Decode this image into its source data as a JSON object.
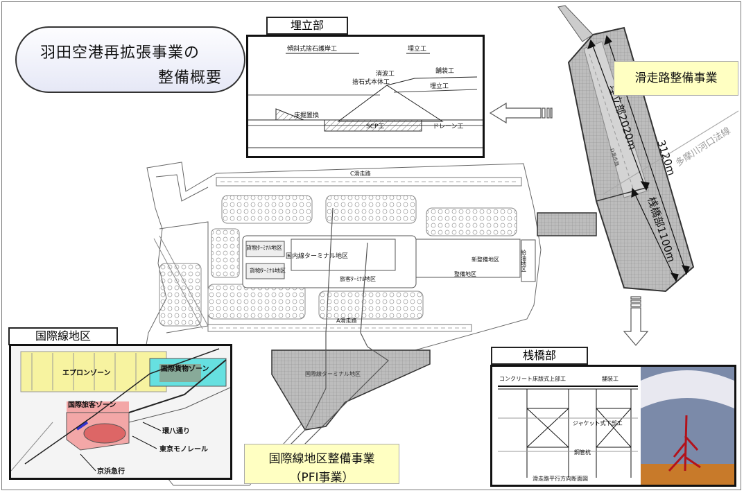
{
  "title": {
    "line1": "羽田空港再拡張事業の",
    "line2": "整備概要"
  },
  "panels": {
    "umetate": {
      "tag": "埋立部",
      "labels": {
        "revetment": "傾斜式捨石護岸工",
        "reclaim_head": "埋立工",
        "wave": "消波工",
        "mound": "捨石式本体工",
        "pave": "舗装工",
        "reclaim": "埋立工",
        "bed": "床掘置換",
        "scp": "SCP工",
        "drain": "ドレーン工"
      }
    },
    "sanbashi": {
      "tag": "桟橋部",
      "labels": {
        "deck": "コンクリート床版式上部工",
        "pave": "舗装工",
        "jacket": "ジャケット式下部工",
        "pile": "鋼管杭",
        "caption": "滑走路平行方向断面図"
      }
    },
    "kokusai": {
      "tag": "国際線地区",
      "labels": {
        "apron": "エプロンゾーン",
        "cargo": "国際貨物ゾーン",
        "passenger": "国際旅客ゾーン",
        "kanpachi": "環八通り",
        "monorail": "東京モノレール",
        "keikyu": "京浜急行"
      }
    }
  },
  "projects": {
    "runway": "滑走路整備事業",
    "terminal_line1": "国際線地区整備事業",
    "terminal_line2": "（PFI事業）"
  },
  "dimensions": {
    "reclaim": "埋立部2020m",
    "total": "3120m",
    "pier": "桟橋部1100m",
    "river": "多摩川河口法線"
  },
  "map_labels": {
    "c_runway": "C滑走路",
    "a_runway": "A滑走路",
    "cargo_terminal_1": "貨物ﾀｰﾐﾅﾙ地区",
    "cargo_terminal_2": "貨物ﾀｰﾐﾅﾙ地区",
    "domestic": "国内線ターミナル地区",
    "passenger_terminal": "旅客ﾀｰﾐﾅﾙ地区",
    "maintenance_new": "新整備地区",
    "maintenance": "整備地区",
    "fuel": "給油地区",
    "intl_terminal": "国際線ターミナル地区",
    "new_runway": "D滑走路"
  },
  "colors": {
    "runway_fill": "#c9c9c9",
    "hatched": "#a8a8a8",
    "yellow_box": "#ffffc2",
    "bubble": "#e6e8f6",
    "cargo_zone": "#66e0e0",
    "passenger_zone": "#f3a7a7",
    "apron_zone": "#f7f3a0"
  }
}
